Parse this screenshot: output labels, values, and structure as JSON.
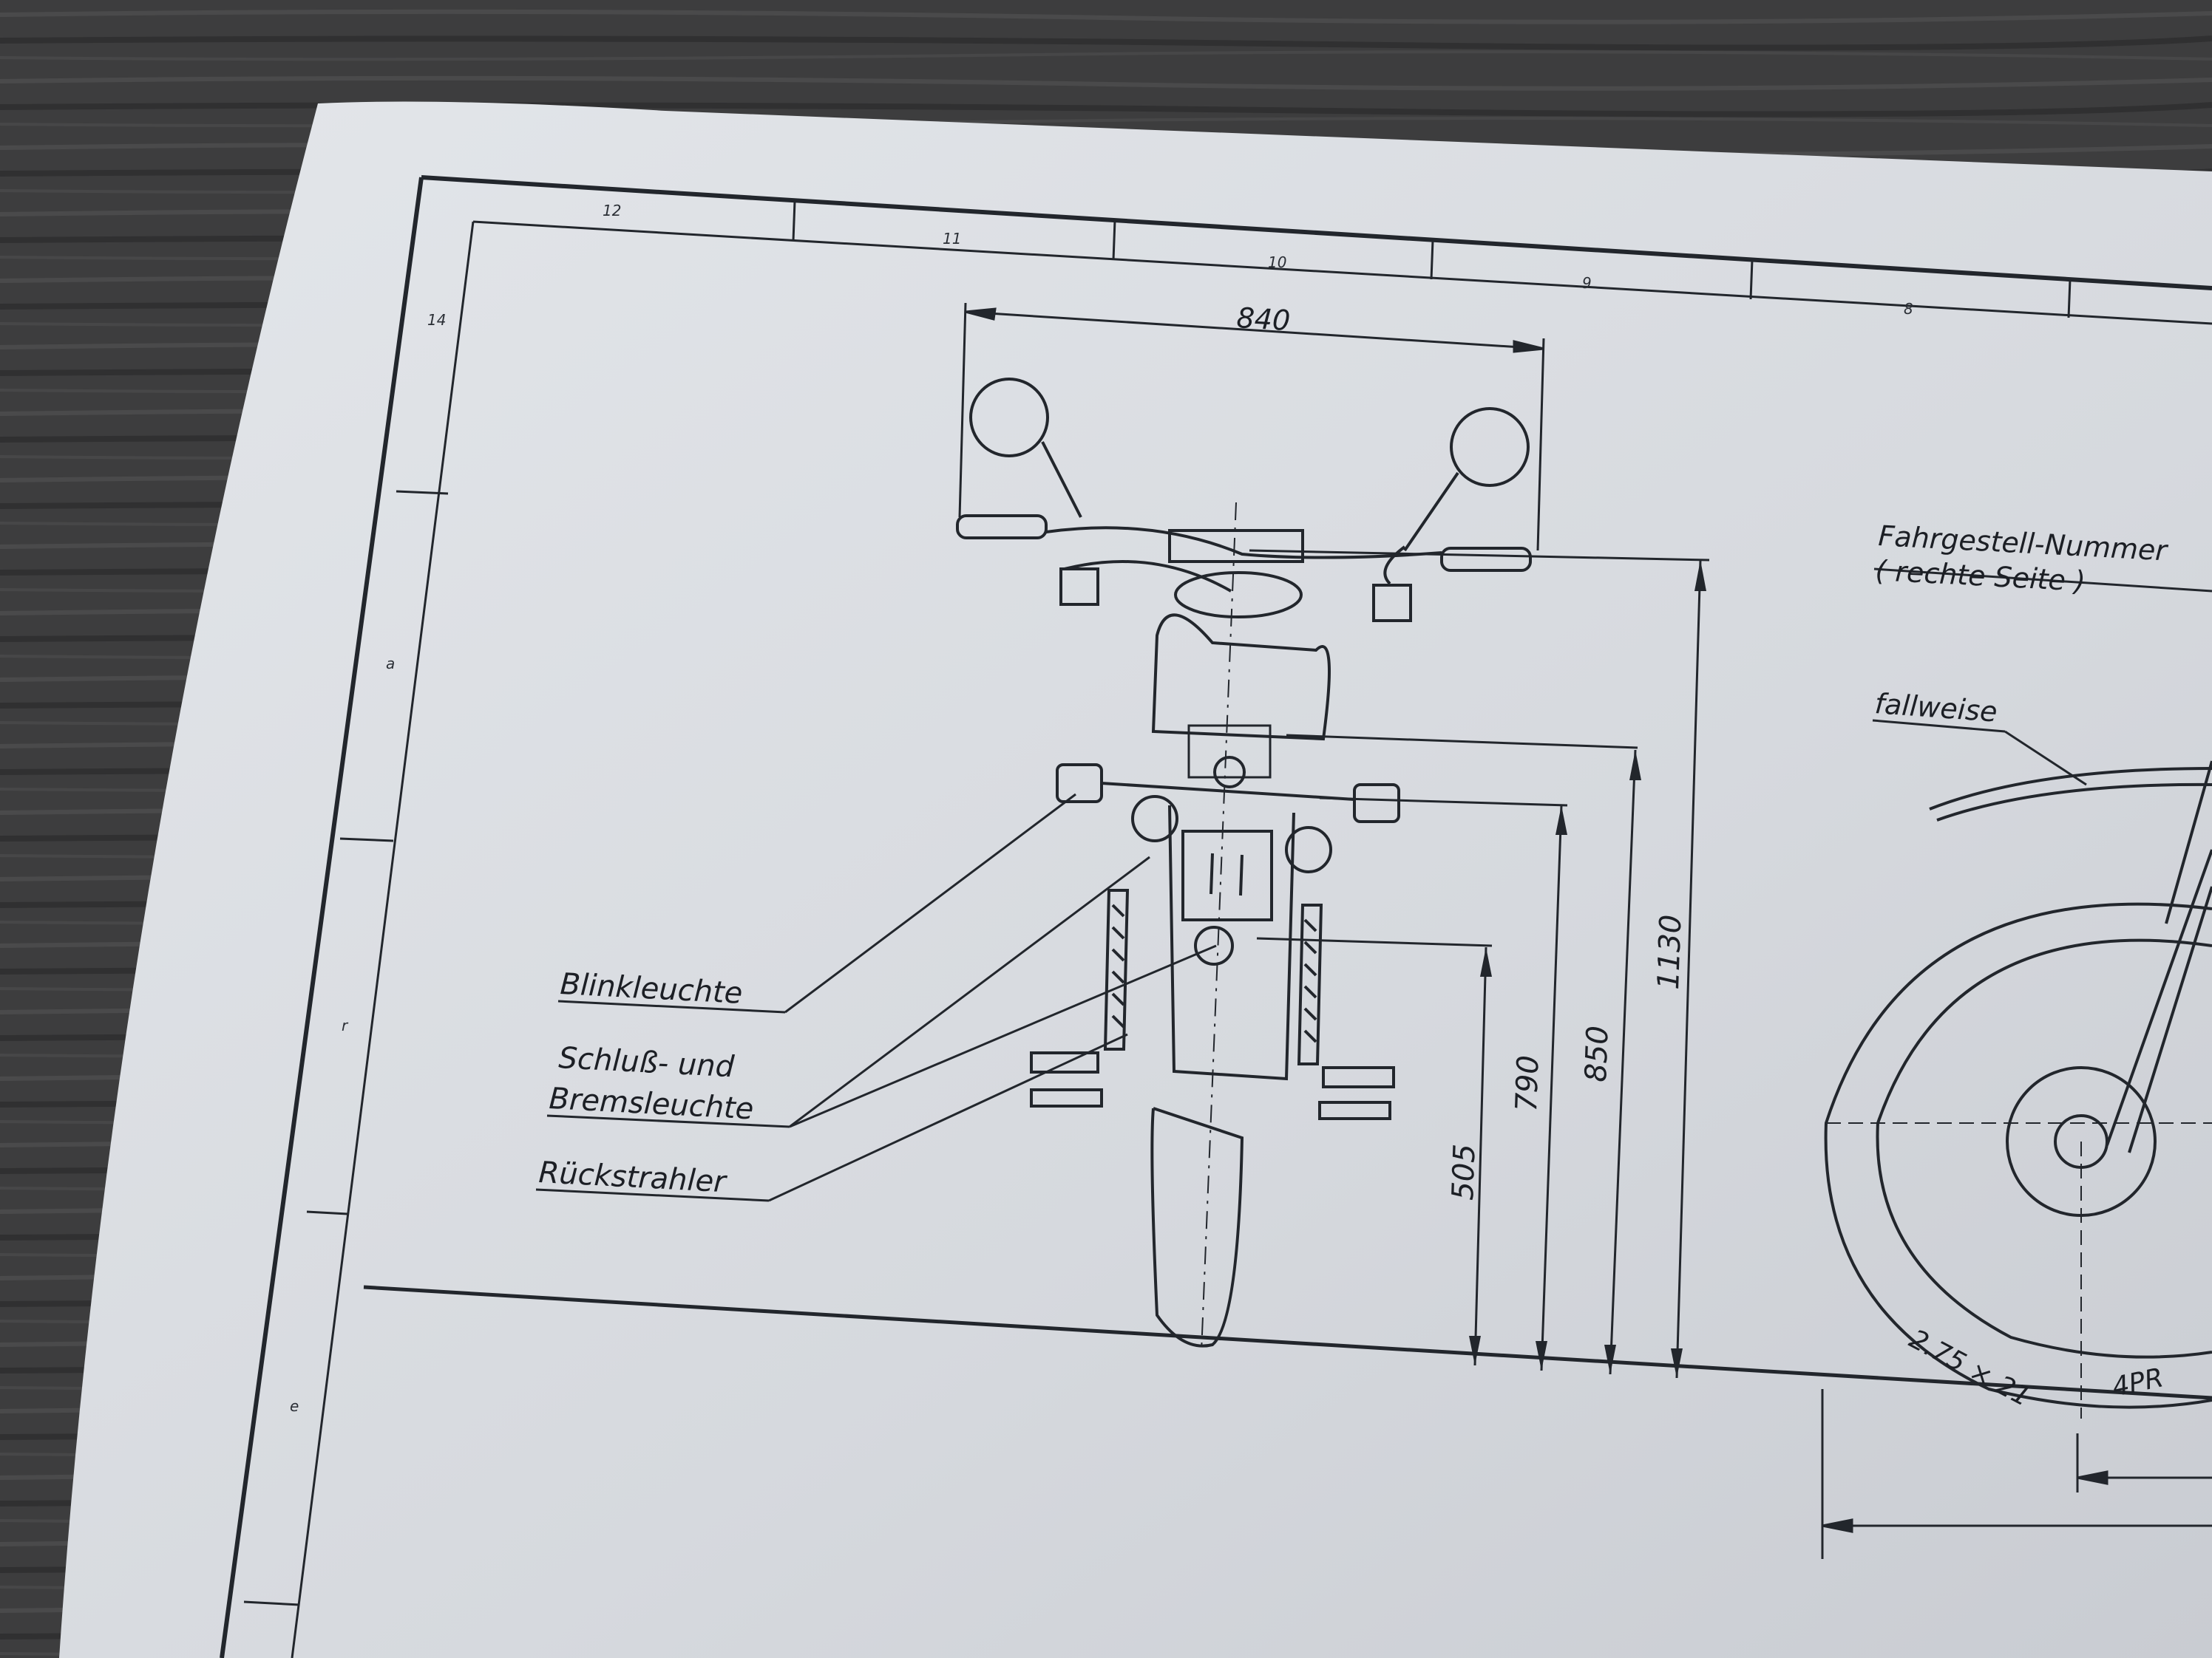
{
  "drawing": {
    "zone_numbers": [
      "12",
      "11",
      "10",
      "9",
      "8"
    ],
    "side_marks": [
      "14",
      "a",
      "r",
      "e"
    ],
    "dimensions": {
      "width": "840",
      "height_total": "1130",
      "height_850": "850",
      "height_790": "790",
      "height_505": "505"
    },
    "labels": {
      "turn_signal": "Blinkleuchte",
      "tail_brake_1": "Schluß- und",
      "tail_brake_2": "Bremsleuchte",
      "reflector": "Rückstrahler",
      "frame_number_1": "Fahrgestell-Nummer",
      "frame_number_2": "( rechte   Seite )",
      "optional": "fallweise",
      "tire": "2.75 × 21",
      "tire_ply": "4PR"
    }
  },
  "colors": {
    "table": "#3a3a3a",
    "paper": "#dcdfe3",
    "ink": "#22262c"
  }
}
